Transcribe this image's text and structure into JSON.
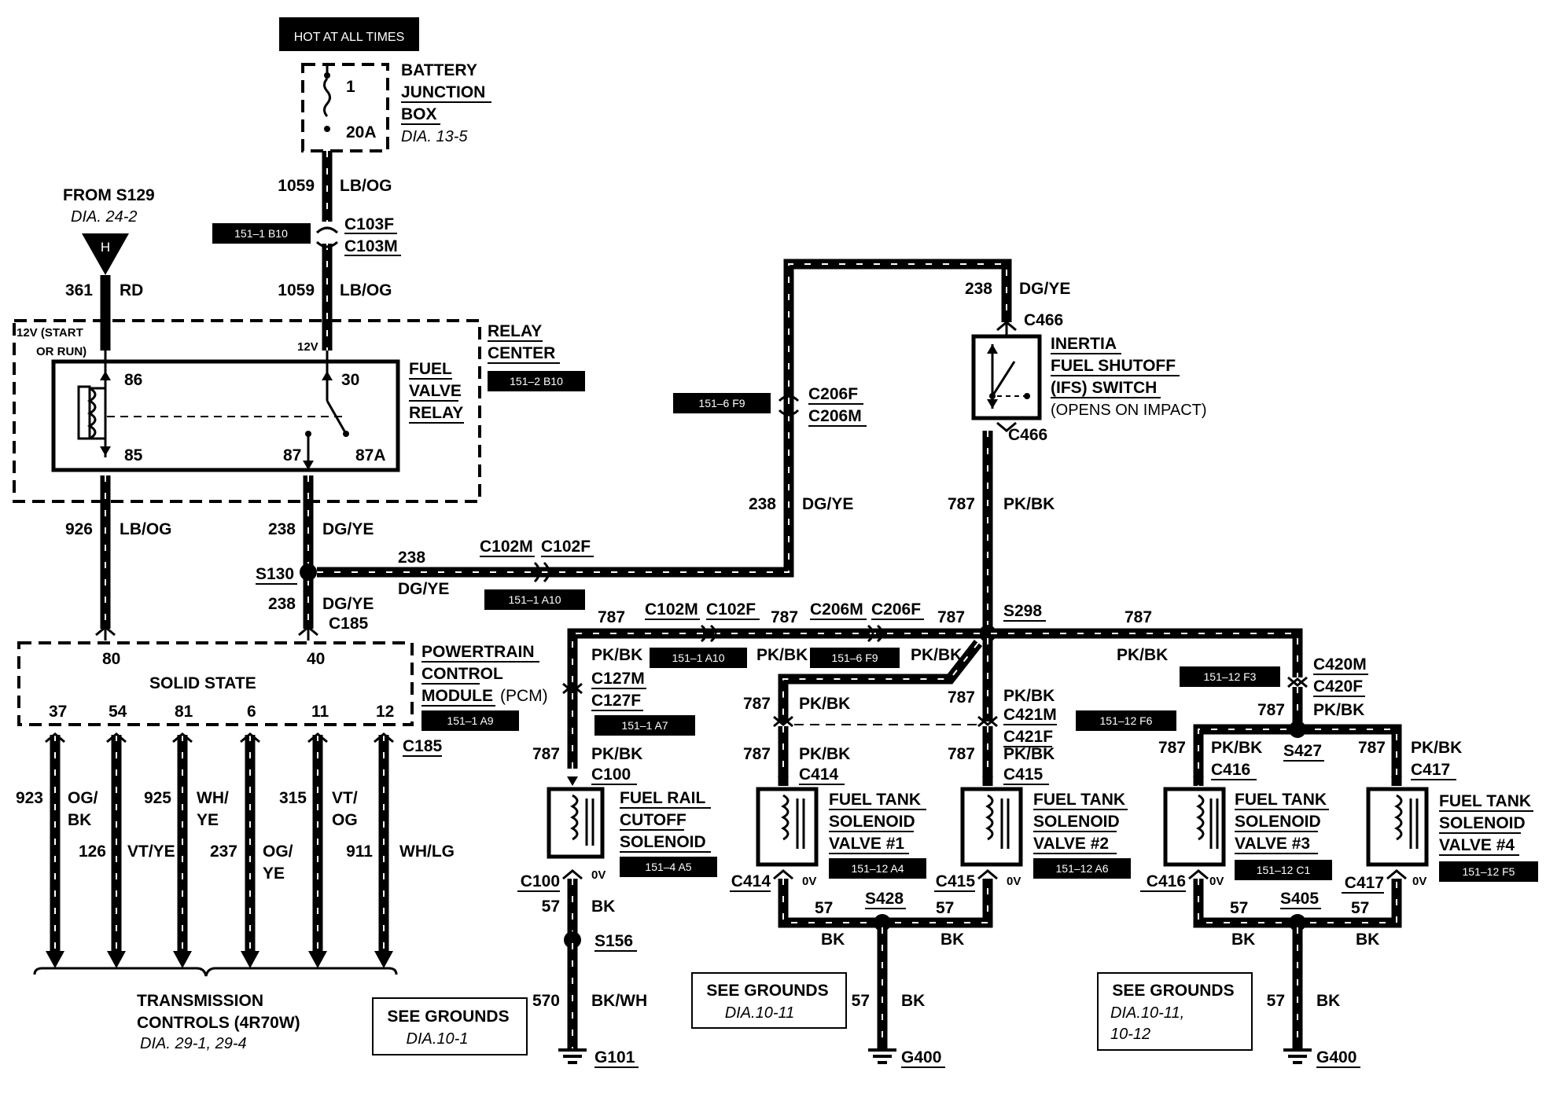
{
  "hot_at_all_times": "HOT AT ALL TIMES",
  "battery_junction_box": {
    "line1": "BATTERY",
    "line2": "JUNCTION",
    "line3": "BOX",
    "dia": "DIA. 13-5",
    "fuse_num": "1",
    "fuse_amp": "20A"
  },
  "wires": {
    "w1059_top": {
      "num": "1059",
      "color": "LB/OG"
    },
    "w1059_bot": {
      "num": "1059",
      "color": "LB/OG"
    },
    "w361": {
      "num": "361",
      "color": "RD"
    },
    "w926": {
      "num": "926",
      "color": "LB/OG"
    },
    "w238_relay": {
      "num": "238",
      "color": "DG/YE"
    },
    "w238_s130": {
      "num": "238",
      "color": "DG/YE"
    },
    "w238_pcm": {
      "num": "238",
      "color": "DG/YE"
    },
    "w238_vert": {
      "num": "238",
      "color": "DG/YE"
    },
    "w238_top": {
      "num": "238",
      "color": "DG/YE"
    },
    "w787_ifs": {
      "num": "787",
      "color": "PK/BK"
    }
  },
  "from_s129": {
    "label": "FROM S129",
    "dia": "DIA. 24-2",
    "connector_letter": "H"
  },
  "connectors": {
    "c103f": "C103F",
    "c103m": "C103M",
    "c102m": "C102M",
    "c102f": "C102F",
    "c102m_2": "C102M",
    "c102f_2": "C102F",
    "c206m_2": "C206M",
    "c206f_2": "C206F",
    "c206f": "C206F",
    "c206m": "C206M",
    "c466_top": "C466",
    "c466_bot": "C466",
    "c185": "C185",
    "c185_b": "C185",
    "c127m": "C127M",
    "c127f": "C127F",
    "c100": "C100",
    "c100_b": "C100",
    "c414": "C414",
    "c414_b": "C414",
    "c421m": "C421M",
    "c421f": "C421F",
    "c415": "C415",
    "c415_b": "C415",
    "c420m": "C420M",
    "c420f": "C420F",
    "c416": "C416",
    "c416_b": "C416",
    "c417": "C417",
    "c417_b": "C417"
  },
  "splices": {
    "s130": "S130",
    "s298": "S298",
    "s427": "S427",
    "s156": "S156",
    "s428": "S428",
    "s405": "S405"
  },
  "tags": {
    "t1": "151–1 B10",
    "t2": "151–2 B10",
    "t3": "151–6 F9",
    "t4": "151–1 A10",
    "t5": "151–1 A10",
    "t6": "151–6 F9",
    "t7": "151–12 F3",
    "t8": "151–12 F6",
    "t9": "151–1 A9",
    "t10": "151–1 A7",
    "t11": "151–4 A5",
    "t12": "151–12 A4",
    "t13": "151–12 A6",
    "t14": "151–12 C1",
    "t15": "151–12 F5"
  },
  "relay_center": {
    "line1": "RELAY",
    "line2": "CENTER",
    "pin_12v": "12V",
    "label_12v_start": "12V (START",
    "label_or_run": "OR RUN)"
  },
  "fuel_valve_relay": {
    "line1": "FUEL",
    "line2": "VALVE",
    "line3": "RELAY",
    "pin86": "86",
    "pin85": "85",
    "pin30": "30",
    "pin87": "87",
    "pin87a": "87A"
  },
  "ifs_switch": {
    "line1": "INERTIA",
    "line2": "FUEL SHUTOFF",
    "line3": "(IFS) SWITCH",
    "line4": "(OPENS ON IMPACT)"
  },
  "pcm": {
    "line1": "POWERTRAIN",
    "line2": "CONTROL",
    "line3": "MODULE",
    "line3b": "(PCM)",
    "solid_state": "SOLID STATE",
    "pins_top": [
      "80",
      "40"
    ],
    "pins_bot": [
      "37",
      "54",
      "81",
      "6",
      "11",
      "12"
    ]
  },
  "pcm_outputs": [
    {
      "num": "923",
      "color_a": "OG/",
      "color_b": "BK"
    },
    {
      "num": "126",
      "color": "VT/YE"
    },
    {
      "num": "925",
      "color_a": "WH/",
      "color_b": "YE"
    },
    {
      "num": "237",
      "color_a": "OG/",
      "color_b": "YE"
    },
    {
      "num": "315",
      "color_a": "VT/",
      "color_b": "OG"
    },
    {
      "num": "911",
      "color": "WH/LG"
    }
  ],
  "transmission": {
    "line1": "TRANSMISSION",
    "line2": "CONTROLS (4R70W)",
    "dia": "DIA. 29-1, 29-4"
  },
  "bus_787": {
    "n1": "787",
    "n2": "787",
    "n3": "787",
    "n4": "787",
    "c1": "PK/BK",
    "c2": "PK/BK",
    "c3": "PK/BK",
    "c4": "PK/BK"
  },
  "branch_labels": {
    "b1_num": "787",
    "b1_col": "PK/BK",
    "b2_num": "787",
    "b2_col": "PK/BK",
    "b2b_num": "787",
    "b2b_col": "PK/BK",
    "b3_num": "787",
    "b3_col": "PK/BK",
    "b3b_num": "787",
    "b3b_col": "PK/BK",
    "b3c_col": "PK/BK",
    "b4_num": "787",
    "b4_col": "PK/BK",
    "b5_num": "787",
    "b5_col": "PK/BK",
    "b6_num": "787",
    "b6_col": "PK/BK"
  },
  "solenoids": {
    "rail": {
      "line1": "FUEL RAIL",
      "line2": "CUTOFF",
      "line3": "SOLENOID"
    },
    "v1": {
      "line1": "FUEL TANK",
      "line2": "SOLENOID",
      "line3": "VALVE #1"
    },
    "v2": {
      "line1": "FUEL TANK",
      "line2": "SOLENOID",
      "line3": "VALVE #2"
    },
    "v3": {
      "line1": "FUEL TANK",
      "line2": "SOLENOID",
      "line3": "VALVE #3"
    },
    "v4": {
      "line1": "FUEL TANK",
      "line2": "SOLENOID",
      "line3": "VALVE #4"
    },
    "zero_v": "0V"
  },
  "grounds": {
    "w57_a": {
      "num": "57",
      "color": "BK"
    },
    "w570": {
      "num": "570",
      "color": "BK/WH"
    },
    "w57_b1": "57",
    "w57_b2": "57",
    "bk_b1": "BK",
    "bk_b2": "BK",
    "w57_b3": {
      "num": "57",
      "color": "BK"
    },
    "w57_c1": "57",
    "w57_c2": "57",
    "bk_c1": "BK",
    "bk_c2": "BK",
    "w57_c3": {
      "num": "57",
      "color": "BK"
    },
    "g101": "G101",
    "g400_a": "G400",
    "g400_b": "G400",
    "see1": {
      "line1": "SEE GROUNDS",
      "line2": "DIA.10-1"
    },
    "see2": {
      "line1": "SEE GROUNDS",
      "line2": "DIA.10-11"
    },
    "see3": {
      "line1": "SEE GROUNDS",
      "line2": "DIA.10-11,",
      "line3": "10-12"
    }
  }
}
